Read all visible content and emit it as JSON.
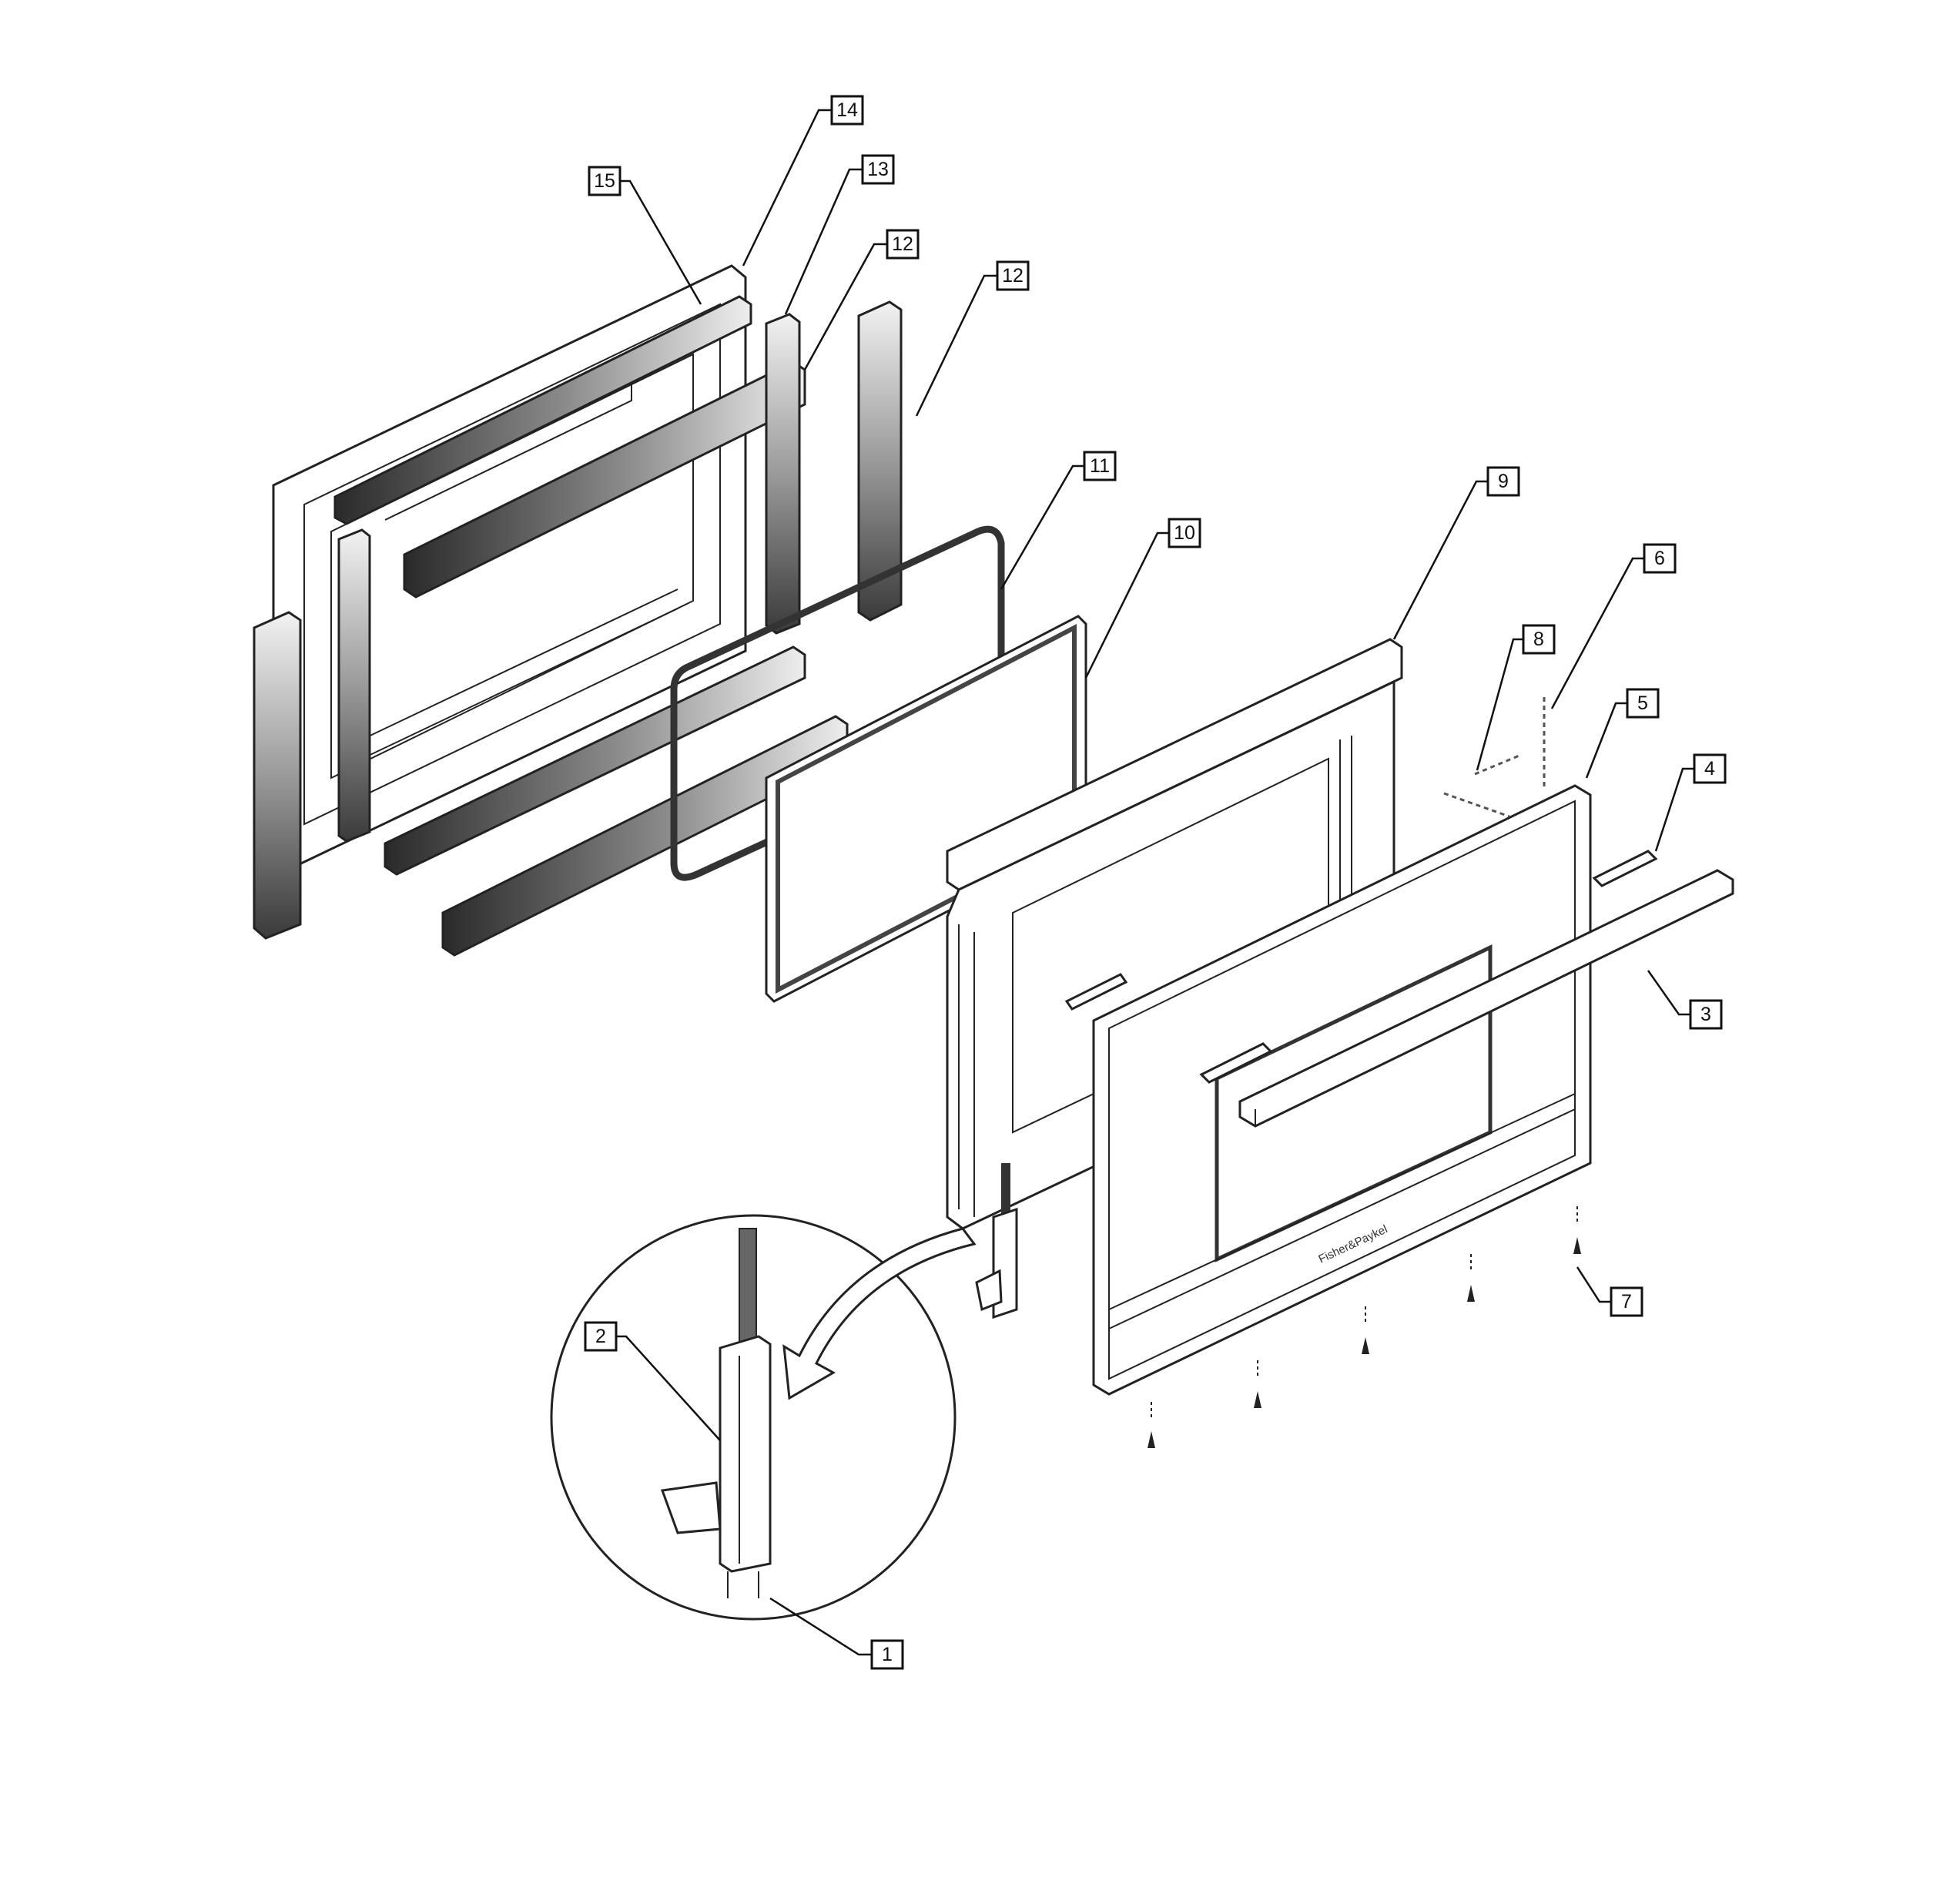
{
  "diagram": {
    "brand_text": "Fisher&Paykel",
    "callouts": [
      {
        "id": "callout-14",
        "label": "14"
      },
      {
        "id": "callout-15",
        "label": "15"
      },
      {
        "id": "callout-13",
        "label": "13"
      },
      {
        "id": "callout-12a",
        "label": "12"
      },
      {
        "id": "callout-12b",
        "label": "12"
      },
      {
        "id": "callout-11",
        "label": "11"
      },
      {
        "id": "callout-10",
        "label": "10"
      },
      {
        "id": "callout-9",
        "label": "9"
      },
      {
        "id": "callout-6",
        "label": "6"
      },
      {
        "id": "callout-8",
        "label": "8"
      },
      {
        "id": "callout-5",
        "label": "5"
      },
      {
        "id": "callout-4",
        "label": "4"
      },
      {
        "id": "callout-3",
        "label": "3"
      },
      {
        "id": "callout-7",
        "label": "7"
      },
      {
        "id": "callout-2",
        "label": "2"
      },
      {
        "id": "callout-1",
        "label": "1"
      }
    ]
  }
}
